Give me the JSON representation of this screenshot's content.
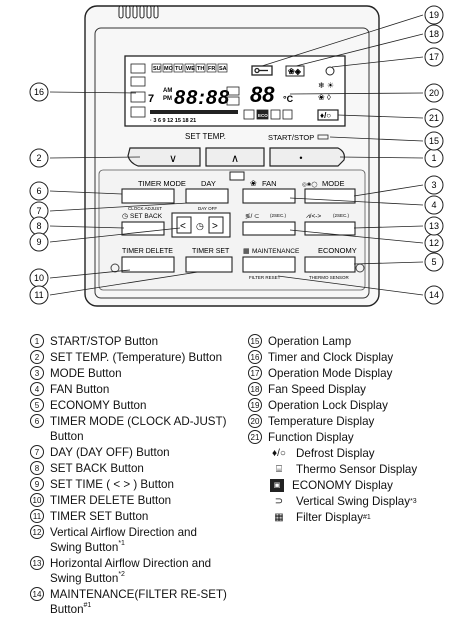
{
  "diagram": {
    "panel": {
      "set_temp_label": "SET TEMP.",
      "start_stop_label": "START/STOP",
      "timer_mode_label": "TIMER MODE",
      "clock_adjust_label": "CLOCK ADJUST",
      "day_label": "DAY",
      "day_off_label": "DAY OFF",
      "fan_label": "FAN",
      "mode_label": "MODE",
      "set_back_label": "SET BACK",
      "swing_v_label": "(2SEC.)",
      "swing_h_label": "(2SEC.)",
      "timer_delete_label": "TIMER DELETE",
      "timer_set_label": "TIMER SET",
      "maintenance_label": "MAINTENANCE",
      "filter_reset_label": "FILTER RESET",
      "economy_label": "ECONOMY",
      "thermo_sensor_label": "THERMO SENSOR",
      "lcd_days": [
        "SU",
        "MO",
        "TU",
        "WE",
        "TH",
        "FR",
        "SA"
      ],
      "lcd_am": "AM",
      "lcd_pm": "PM",
      "lcd_clock": "88:88",
      "lcd_temp": "88",
      "lcd_temp_unit": "°C",
      "lcd_day_digit": "7",
      "lcd_ticks": "· 3 6 9 12 15 18 21",
      "lcd_eco": "ECO",
      "down_glyph": "∨",
      "up_glyph": "∧",
      "dot_glyph": "•"
    },
    "callouts": [
      "1",
      "2",
      "3",
      "4",
      "5",
      "6",
      "7",
      "8",
      "9",
      "10",
      "11",
      "12",
      "13",
      "14",
      "15",
      "16",
      "17",
      "18",
      "19",
      "20",
      "21"
    ]
  },
  "legend": {
    "left": [
      {
        "n": "1",
        "text": "START/STOP Button"
      },
      {
        "n": "2",
        "text": "SET TEMP. (Temperature) Button"
      },
      {
        "n": "3",
        "text": "MODE Button"
      },
      {
        "n": "4",
        "text": "FAN Button"
      },
      {
        "n": "5",
        "text": "ECONOMY Button"
      },
      {
        "n": "6",
        "text": "TIMER MODE (CLOCK AD-JUST) Button"
      },
      {
        "n": "7",
        "text": "DAY (DAY OFF) Button"
      },
      {
        "n": "8",
        "text": "SET BACK Button"
      },
      {
        "n": "9",
        "text": "SET TIME ( < > ) Button"
      },
      {
        "n": "10",
        "text": "TIMER DELETE Button"
      },
      {
        "n": "11",
        "text": "TIMER SET Button"
      },
      {
        "n": "12",
        "text": "Vertical Airflow Direction and Swing Button",
        "sup": "*1"
      },
      {
        "n": "13",
        "text": "Horizontal Airflow Direction and Swing Button",
        "sup": "*2"
      },
      {
        "n": "14",
        "text": "MAINTENANCE(FILTER RE-SET) Button",
        "sup": "#1"
      }
    ],
    "right": [
      {
        "n": "15",
        "text": "Operation Lamp"
      },
      {
        "n": "16",
        "text": "Timer and Clock Display"
      },
      {
        "n": "17",
        "text": "Operation Mode Display"
      },
      {
        "n": "18",
        "text": "Fan Speed Display"
      },
      {
        "n": "19",
        "text": "Operation Lock Display"
      },
      {
        "n": "20",
        "text": "Temperature Display"
      },
      {
        "n": "21",
        "text": "Function Display"
      }
    ],
    "functions": [
      {
        "icon": "defrost-icon",
        "text": "Defrost Display"
      },
      {
        "icon": "thermo-sensor-icon",
        "text": "Thermo Sensor Display"
      },
      {
        "icon": "eco-icon",
        "text": "ECONOMY Display"
      },
      {
        "icon": "vertical-swing-icon",
        "text": "Vertical Swing Display",
        "sup": "*3"
      },
      {
        "icon": "filter-icon",
        "text": "Filter Display",
        "sup": "#1"
      }
    ]
  }
}
